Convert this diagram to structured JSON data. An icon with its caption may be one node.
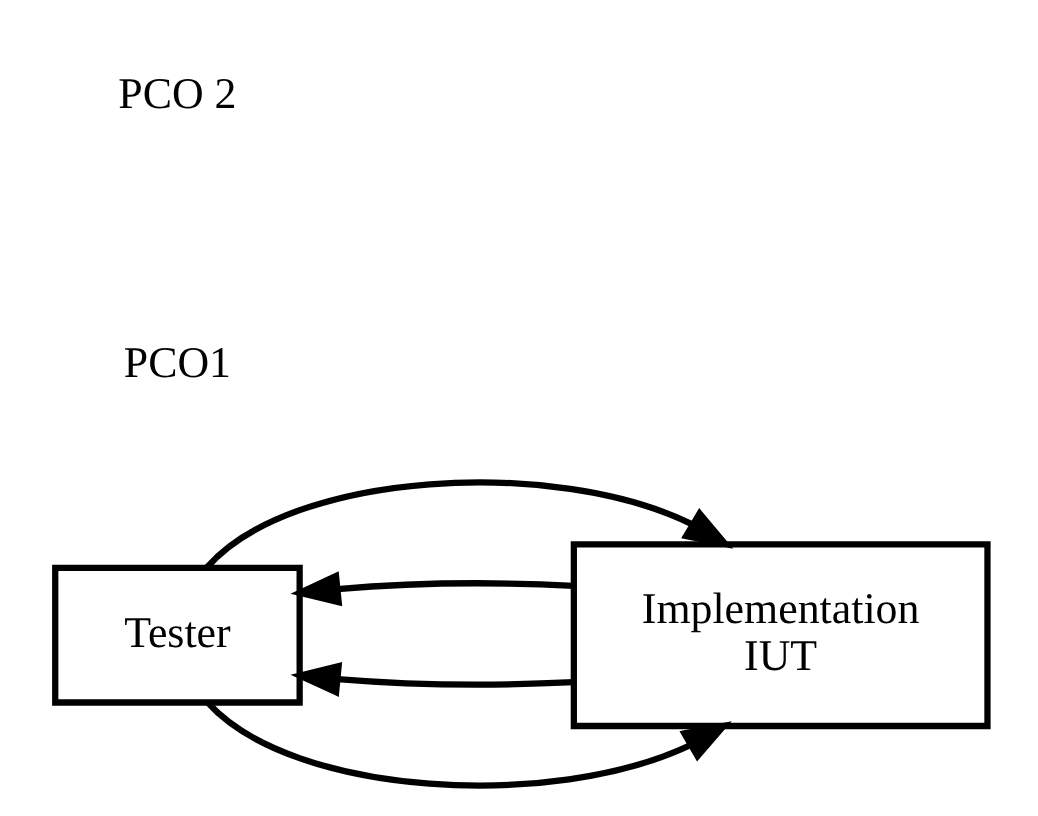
{
  "diagram": {
    "nodes": [
      {
        "text": [
          "Tester"
        ]
      },
      {
        "text": [
          "Implementation",
          "IUT"
        ]
      }
    ],
    "edges": [
      {
        "from": 0,
        "to": 1,
        "arrow": "to"
      },
      {
        "from": 1,
        "to": 0,
        "arrow": "to"
      },
      {
        "from": 1,
        "to": 0,
        "arrow": "to"
      },
      {
        "from": 0,
        "to": 1,
        "arrow": "to"
      }
    ],
    "labels": [
      "PCO1",
      "PCO 2"
    ]
  }
}
